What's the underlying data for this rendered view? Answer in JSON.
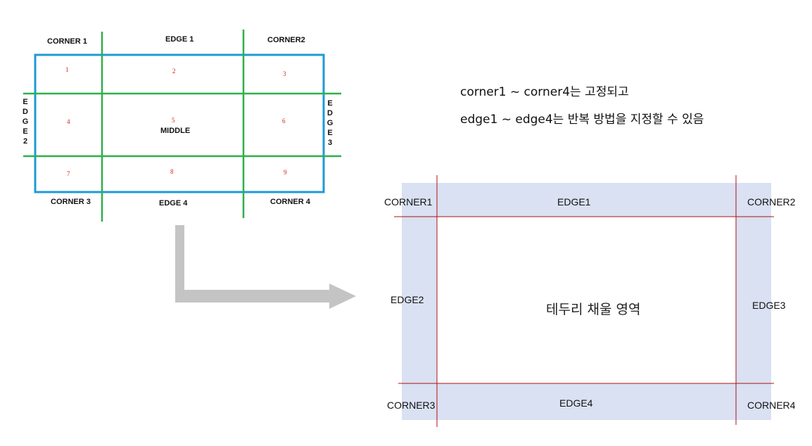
{
  "left_diagram": {
    "corners": [
      "CORNER 1",
      "CORNER2",
      "CORNER 3",
      "CORNER 4"
    ],
    "edges": [
      "EDGE 1",
      "EDGE 4"
    ],
    "edge2_letters": [
      "E",
      "D",
      "G",
      "E",
      "2"
    ],
    "edge3_letters": [
      "E",
      "D",
      "G",
      "E",
      "3"
    ],
    "cells": [
      "1",
      "2",
      "3",
      "4",
      "5",
      "6",
      "7",
      "8",
      "9"
    ],
    "middle_label": "MIDDLE",
    "colors": {
      "outer_box": "#1e9ad6",
      "grid_lines": "#2fb04a",
      "cell_numbers": "#d42020"
    }
  },
  "notes": [
    "corner1 ~ corner4는 고정되고",
    "edge1 ~ edge4는 반복 방법을 지정할 수 있음"
  ],
  "arrow": {
    "color": "#c4c4c4"
  },
  "right_diagram": {
    "corner1": "CORNER1",
    "edge1": "EDGE1",
    "corner2": "CORNER2",
    "edge2": "EDGE2",
    "center": "테두리 채울 영역",
    "edge3": "EDGE3",
    "corner3": "CORNER3",
    "edge4": "EDGE4",
    "corner4": "CORNER4",
    "colors": {
      "fill": "#d9e1f2",
      "lines": "#b01010"
    }
  }
}
